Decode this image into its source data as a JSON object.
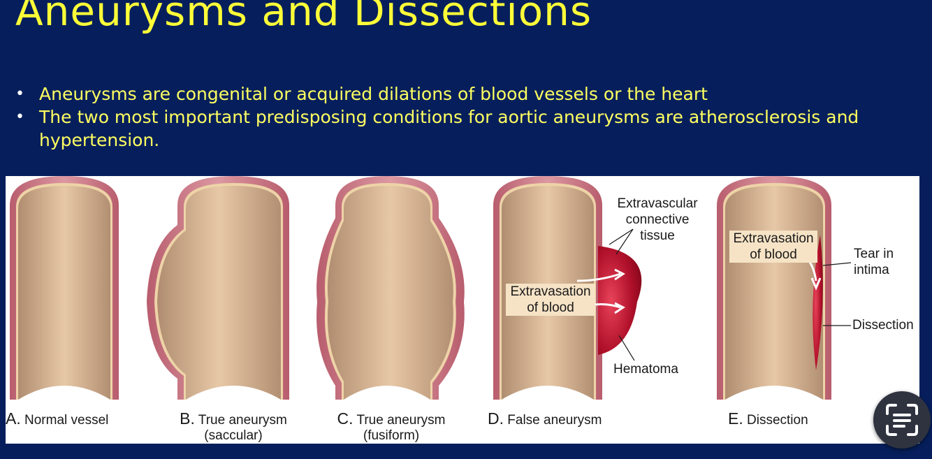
{
  "slide": {
    "title": "Aneurysms and Dissections",
    "bullets": [
      "Aneurysms are congenital or acquired dilations of blood vessels or the heart",
      "The two most important predisposing conditions for aortic aneurysms are atherosclerosis and hypertension."
    ]
  },
  "figure": {
    "panels": [
      {
        "letter": "A.",
        "caption": "Normal vessel",
        "caption2": ""
      },
      {
        "letter": "B.",
        "caption": "True aneurysm",
        "caption2": "(saccular)"
      },
      {
        "letter": "C.",
        "caption": "True aneurysm",
        "caption2": "(fusiform)"
      },
      {
        "letter": "D.",
        "caption": "False aneurysm",
        "caption2": ""
      },
      {
        "letter": "E.",
        "caption": "Dissection",
        "caption2": ""
      }
    ],
    "labels": {
      "extravascular_1": "Extravascular",
      "extravascular_2": "connective",
      "extravascular_3": "tissue",
      "extravasation_d_1": "Extravasation",
      "extravasation_d_2": "of blood",
      "hematoma": "Hematoma",
      "extravasation_e_1": "Extravasation",
      "extravasation_e_2": "of blood",
      "tear_1": "Tear in",
      "tear_2": "intima",
      "dissection": "Dissection"
    }
  },
  "colors": {
    "background": "#061f5c",
    "title": "#ffff38",
    "vessel_wall": "#c97783",
    "vessel_lumen": "#c9a583",
    "blood": "#b0102a"
  },
  "icons": {
    "scan": "text-scan-icon"
  }
}
